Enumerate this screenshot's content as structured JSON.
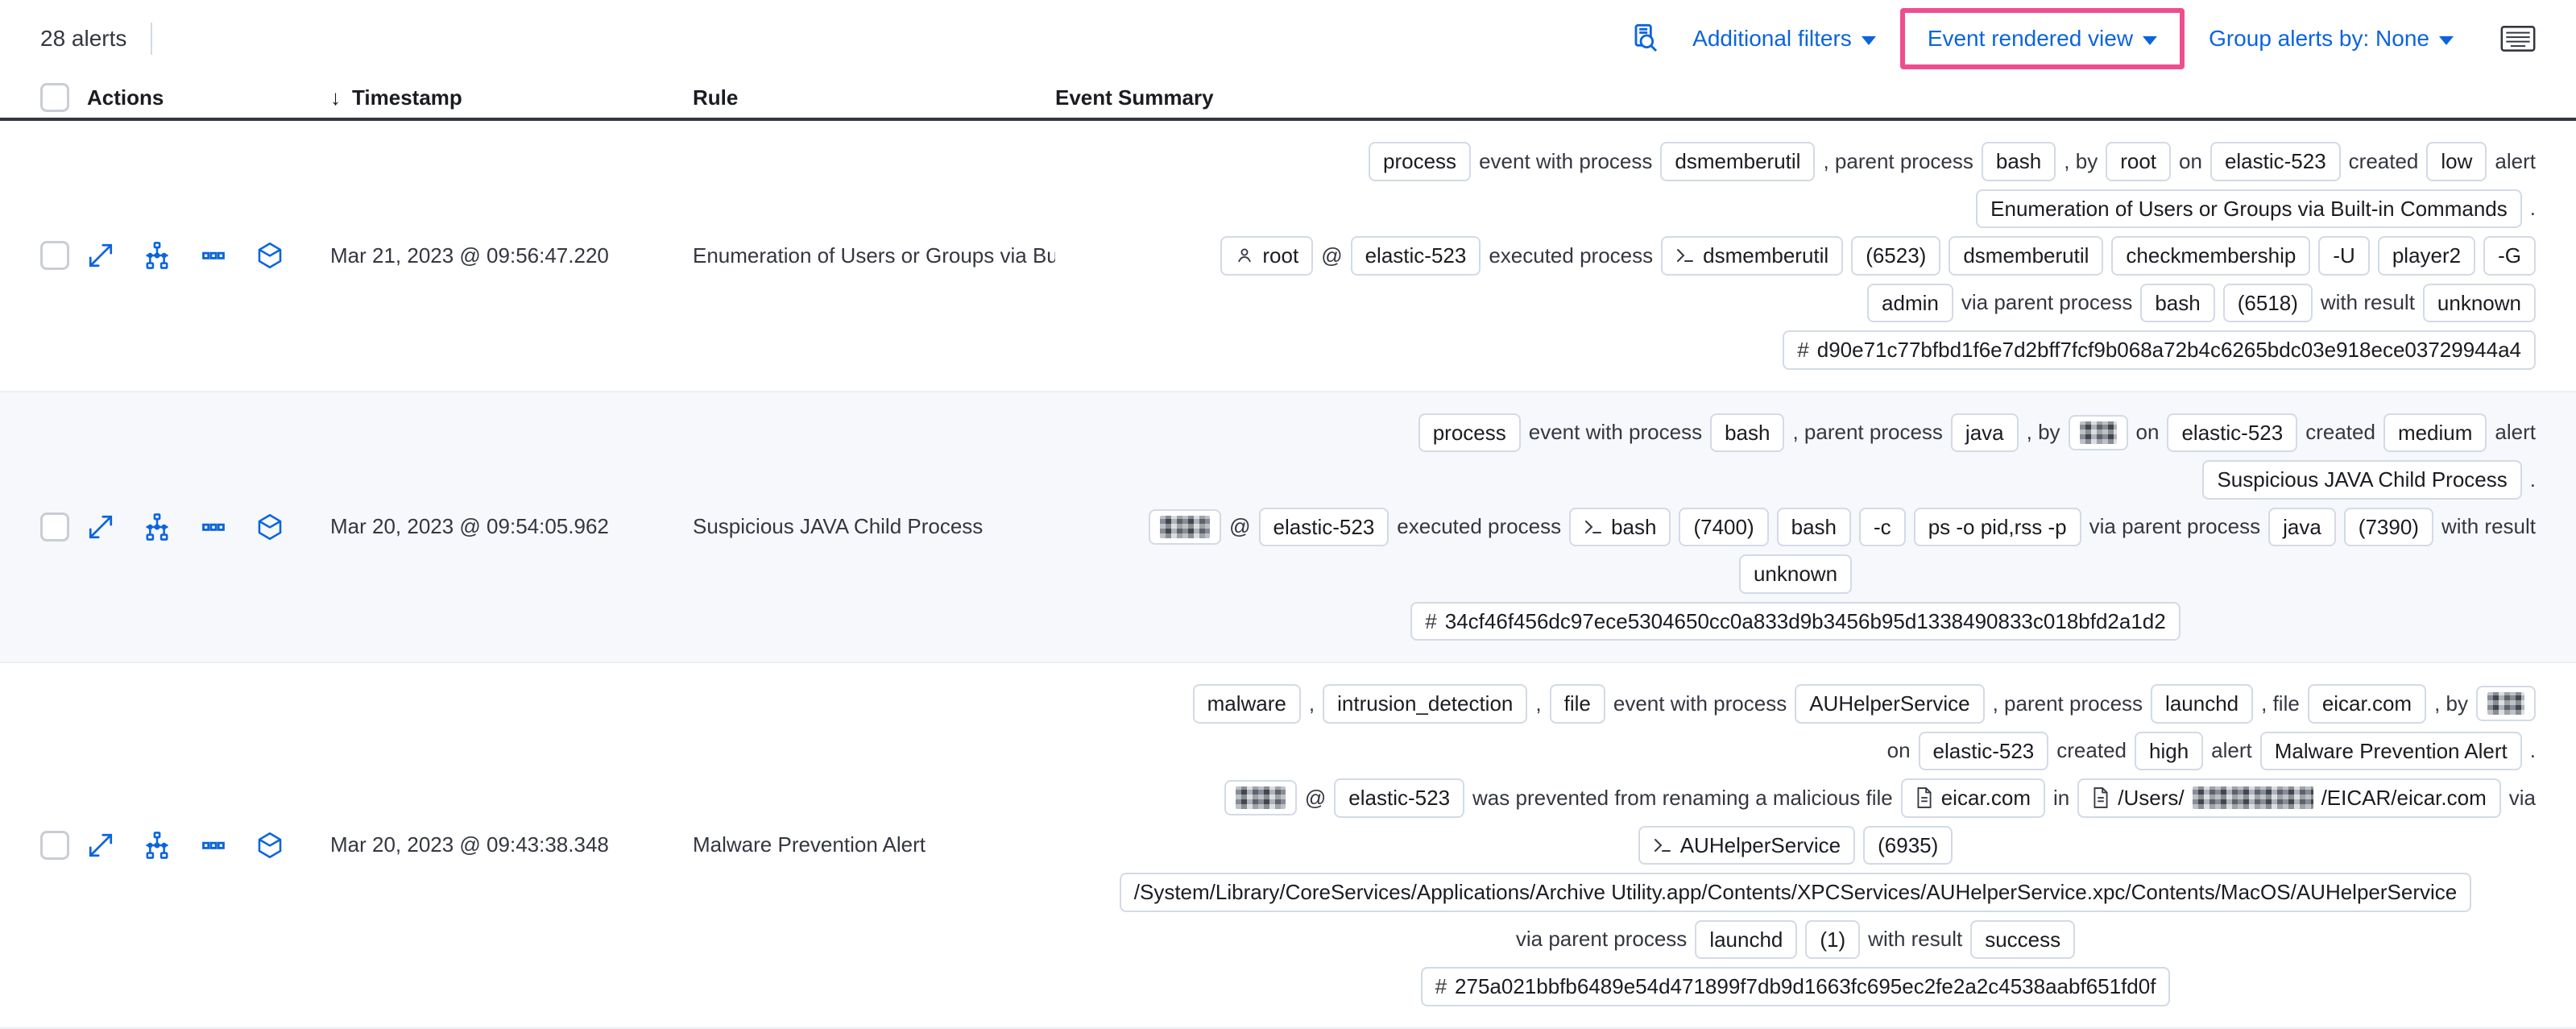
{
  "toolbar": {
    "alert_count": "28 alerts",
    "inspect_icon": "inspect-search-icon",
    "additional_filters": "Additional filters",
    "event_rendered_view": "Event rendered view",
    "group_alerts_by": "Group alerts by: None",
    "keyboard_icon": "keyboard-shortcuts-icon",
    "highlight_color": "#ef4d8f",
    "link_color": "#0b64dd"
  },
  "table": {
    "columns": {
      "select_all": "",
      "actions": "Actions",
      "timestamp": "Timestamp",
      "rule": "Rule",
      "event_summary": "Event Summary",
      "sort_indicator": "↓"
    },
    "row_actions": [
      "expand-icon",
      "analyze-event-icon",
      "more-actions-icon",
      "session-view-icon"
    ]
  },
  "rows": [
    {
      "timestamp": "Mar 21, 2023 @ 09:56:47.220",
      "rule": "Enumeration of Users or Groups via Bui",
      "severity": "low",
      "lines": [
        {
          "align": "end",
          "items": [
            {
              "t": "pill",
              "v": "process"
            },
            {
              "t": "txt",
              "v": "event with process"
            },
            {
              "t": "pill",
              "v": "dsmemberutil"
            },
            {
              "t": "txt",
              "v": ", parent process"
            },
            {
              "t": "pill",
              "v": "bash"
            },
            {
              "t": "txt",
              "v": ", by"
            },
            {
              "t": "pill",
              "v": "root"
            },
            {
              "t": "txt",
              "v": "on"
            },
            {
              "t": "pill",
              "v": "elastic-523"
            },
            {
              "t": "txt",
              "v": "created"
            },
            {
              "t": "pill",
              "v": "low"
            },
            {
              "t": "txt",
              "v": "alert"
            }
          ]
        },
        {
          "align": "end",
          "items": [
            {
              "t": "pill",
              "v": "Enumeration of Users or Groups via Built-in Commands"
            },
            {
              "t": "txt",
              "v": "."
            }
          ]
        },
        {
          "align": "end",
          "items": [
            {
              "t": "pill-user",
              "v": "root"
            },
            {
              "t": "txt",
              "v": "@"
            },
            {
              "t": "pill",
              "v": "elastic-523"
            },
            {
              "t": "txt",
              "v": "executed process"
            },
            {
              "t": "pill-term",
              "v": "dsmemberutil"
            },
            {
              "t": "pill",
              "v": "(6523)"
            },
            {
              "t": "pill",
              "v": "dsmemberutil"
            },
            {
              "t": "pill",
              "v": "checkmembership"
            },
            {
              "t": "pill",
              "v": "-U"
            },
            {
              "t": "pill",
              "v": "player2"
            },
            {
              "t": "pill",
              "v": "-G"
            }
          ]
        },
        {
          "align": "end",
          "items": [
            {
              "t": "pill",
              "v": "admin"
            },
            {
              "t": "txt",
              "v": "via parent process"
            },
            {
              "t": "pill",
              "v": "bash"
            },
            {
              "t": "pill",
              "v": "(6518)"
            },
            {
              "t": "txt",
              "v": "with result"
            },
            {
              "t": "pill",
              "v": "unknown"
            }
          ]
        },
        {
          "align": "end",
          "items": [
            {
              "t": "pill-hash",
              "v": "d90e71c77bfbd1f6e7d2bff7fcf9b068a72b4c6265bdc03e918ece03729944a4"
            }
          ]
        }
      ]
    },
    {
      "timestamp": "Mar 20, 2023 @ 09:54:05.962",
      "rule": "Suspicious JAVA Child Process",
      "severity": "medium",
      "lines": [
        {
          "align": "end",
          "items": [
            {
              "t": "pill",
              "v": "process"
            },
            {
              "t": "txt",
              "v": "event with process"
            },
            {
              "t": "pill",
              "v": "bash"
            },
            {
              "t": "txt",
              "v": ", parent process"
            },
            {
              "t": "pill",
              "v": "java"
            },
            {
              "t": "txt",
              "v": ", by"
            },
            {
              "t": "pill-redact",
              "w": 46
            },
            {
              "t": "txt",
              "v": "on"
            },
            {
              "t": "pill",
              "v": "elastic-523"
            },
            {
              "t": "txt",
              "v": "created"
            },
            {
              "t": "pill",
              "v": "medium"
            },
            {
              "t": "txt",
              "v": "alert"
            }
          ]
        },
        {
          "align": "end",
          "items": [
            {
              "t": "pill",
              "v": "Suspicious JAVA Child Process"
            },
            {
              "t": "txt",
              "v": "."
            }
          ]
        },
        {
          "align": "end",
          "items": [
            {
              "t": "pill-redact",
              "w": 62
            },
            {
              "t": "txt",
              "v": "@"
            },
            {
              "t": "pill",
              "v": "elastic-523"
            },
            {
              "t": "txt",
              "v": "executed process"
            },
            {
              "t": "pill-term",
              "v": "bash"
            },
            {
              "t": "pill",
              "v": "(7400)"
            },
            {
              "t": "pill",
              "v": "bash"
            },
            {
              "t": "pill",
              "v": "-c"
            },
            {
              "t": "pill",
              "v": "ps -o pid,rss -p"
            },
            {
              "t": "txt",
              "v": "via parent process"
            },
            {
              "t": "pill",
              "v": "java"
            },
            {
              "t": "pill",
              "v": "(7390)"
            },
            {
              "t": "txt",
              "v": "with result"
            }
          ]
        },
        {
          "align": "center",
          "items": [
            {
              "t": "pill",
              "v": "unknown"
            }
          ]
        },
        {
          "align": "center",
          "items": [
            {
              "t": "pill-hash",
              "v": "34cf46f456dc97ece5304650cc0a833d9b3456b95d1338490833c018bfd2a1d2"
            }
          ]
        }
      ]
    },
    {
      "timestamp": "Mar 20, 2023 @ 09:43:38.348",
      "rule": "Malware Prevention Alert",
      "severity": "high",
      "lines": [
        {
          "align": "end",
          "items": [
            {
              "t": "pill",
              "v": "malware"
            },
            {
              "t": "txt",
              "v": ","
            },
            {
              "t": "pill",
              "v": "intrusion_detection"
            },
            {
              "t": "txt",
              "v": ","
            },
            {
              "t": "pill",
              "v": "file"
            },
            {
              "t": "txt",
              "v": "event with process"
            },
            {
              "t": "pill",
              "v": "AUHelperService"
            },
            {
              "t": "txt",
              "v": ", parent process"
            },
            {
              "t": "pill",
              "v": "launchd"
            },
            {
              "t": "txt",
              "v": ", file"
            },
            {
              "t": "pill",
              "v": "eicar.com"
            },
            {
              "t": "txt",
              "v": ", by"
            },
            {
              "t": "pill-redact",
              "w": 46
            }
          ]
        },
        {
          "align": "end",
          "items": [
            {
              "t": "txt",
              "v": "on"
            },
            {
              "t": "pill",
              "v": "elastic-523"
            },
            {
              "t": "txt",
              "v": "created"
            },
            {
              "t": "pill",
              "v": "high"
            },
            {
              "t": "txt",
              "v": "alert"
            },
            {
              "t": "pill",
              "v": "Malware Prevention Alert"
            },
            {
              "t": "txt",
              "v": "."
            }
          ]
        },
        {
          "align": "end",
          "items": [
            {
              "t": "pill-redact",
              "w": 62
            },
            {
              "t": "txt",
              "v": "@"
            },
            {
              "t": "pill",
              "v": "elastic-523"
            },
            {
              "t": "txt",
              "v": "was prevented from renaming a malicious file"
            },
            {
              "t": "pill-file",
              "v": "eicar.com"
            },
            {
              "t": "txt",
              "v": "in"
            },
            {
              "t": "pill-file-redact",
              "pre": "/Users/",
              "post": "/EICAR/eicar.com",
              "w": 150
            },
            {
              "t": "txt",
              "v": "via"
            }
          ]
        },
        {
          "align": "center",
          "items": [
            {
              "t": "pill-term",
              "v": "AUHelperService"
            },
            {
              "t": "pill",
              "v": "(6935)"
            }
          ]
        },
        {
          "align": "center",
          "items": [
            {
              "t": "pill",
              "v": "/System/Library/CoreServices/Applications/Archive Utility.app/Contents/XPCServices/AUHelperService.xpc/Contents/MacOS/AUHelperService"
            }
          ]
        },
        {
          "align": "center",
          "items": [
            {
              "t": "txt",
              "v": "via parent process"
            },
            {
              "t": "pill",
              "v": "launchd"
            },
            {
              "t": "pill",
              "v": "(1)"
            },
            {
              "t": "txt",
              "v": "with result"
            },
            {
              "t": "pill",
              "v": "success"
            }
          ]
        },
        {
          "align": "center",
          "items": [
            {
              "t": "pill-hash",
              "v": "275a021bbfb6489e54d471899f7db9d1663fc695ec2fe2a2c4538aabf651fd0f"
            }
          ]
        }
      ]
    }
  ]
}
